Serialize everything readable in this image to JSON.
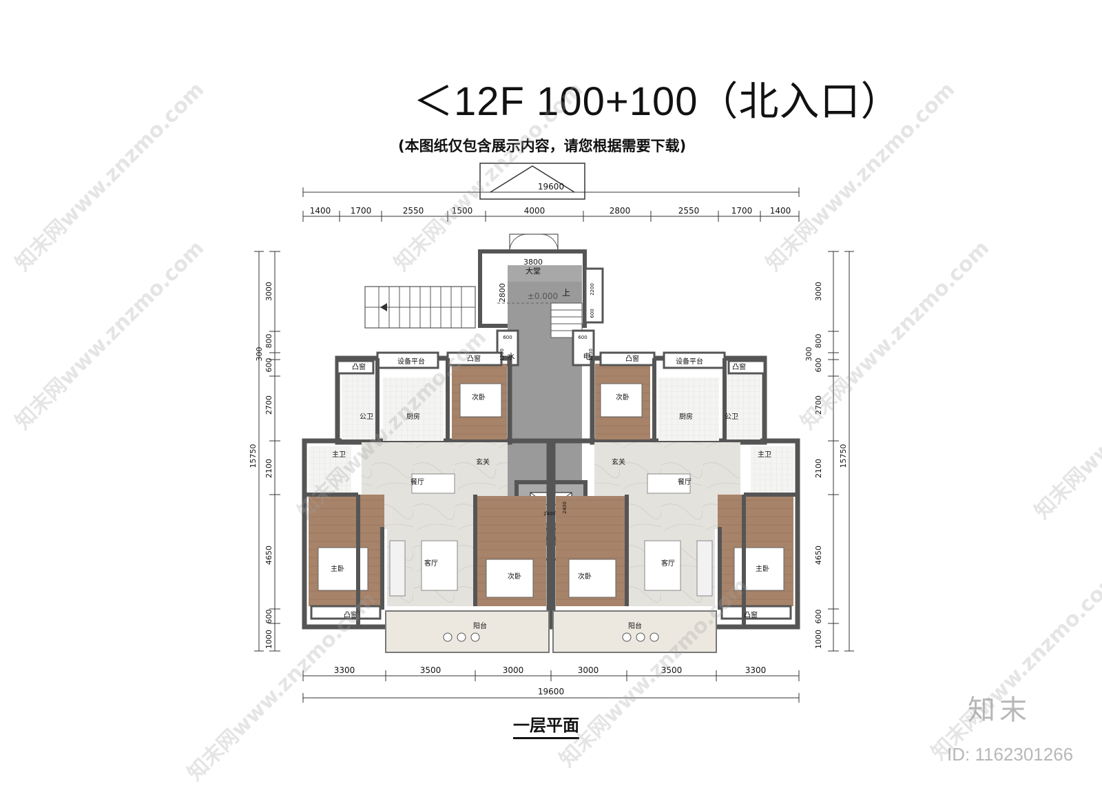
{
  "title": "＜12F  100+100（北入口）",
  "subtitle": "(本图纸仅包含展示内容，请您根据需要下载)",
  "caption": "一层平面",
  "brand": "知末",
  "doc_id": "ID: 1162301266",
  "watermark": "知末网www.znzmo.com",
  "dims": {
    "top_total": "19600",
    "top": [
      "1400",
      "1700",
      "2550",
      "1500",
      "4000",
      "2800",
      "2550",
      "1700",
      "1400"
    ],
    "bottom": [
      "3300",
      "3500",
      "3000",
      "3000",
      "3500",
      "3300"
    ],
    "bottom_total": "19600",
    "left": [
      "3000",
      "800",
      "300",
      "600",
      "2700",
      "2100",
      "4650",
      "600",
      "1000"
    ],
    "left_total": "15750",
    "right": [
      "3000",
      "800",
      "300",
      "600",
      "2700",
      "2100",
      "4650",
      "600",
      "1000"
    ],
    "right_total": "15750",
    "lobby_w": "3800",
    "lobby_h": "2800",
    "elevator_w": "2400",
    "elevator_h": "2400",
    "shaft_a": "600",
    "shaft_b": "1200",
    "shaft_c": "2200",
    "shaft_d": "600"
  },
  "labels": {
    "lobby": "大堂",
    "level": "±0.000",
    "up": "上",
    "water": "水",
    "electric": "电",
    "bay_window": "凸窗",
    "equipment": "设备平台",
    "second_bed": "次卧",
    "kitchen": "厨房",
    "public_bath": "公卫",
    "master_bath": "主卫",
    "entry": "玄关",
    "dining": "餐厅",
    "living": "客厅",
    "master_bed": "主卧",
    "balcony": "阳台"
  },
  "colors": {
    "wall": "#555555",
    "core": "#999999",
    "marble": "#e4e2dd",
    "wood": "#a78369",
    "balcony": "#ebe7df"
  }
}
